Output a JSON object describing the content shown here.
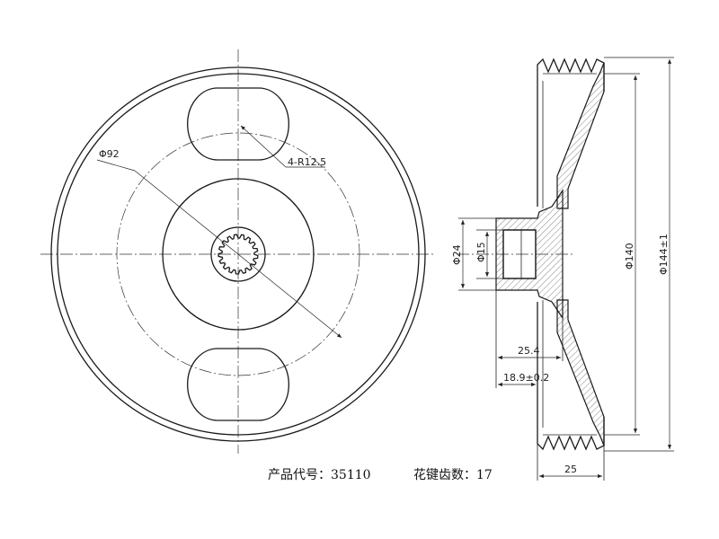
{
  "dimensions": {
    "outer_diameter": "Φ144±1",
    "groove_diameter": "Φ140",
    "bolt_circle": "Φ92",
    "slot_radius": "4-R12.5",
    "hub_outer": "Φ24",
    "hub_bore": "Φ15",
    "hub_length": "25.4",
    "hub_offset": "18.9±0.2",
    "rim_width": "25"
  },
  "info": {
    "product_code_label": "产品代号：",
    "product_code": "35110",
    "spline_teeth_label": "花键齿数：",
    "spline_teeth": "17"
  },
  "colors": {
    "line": "#1a1a1a",
    "background": "#ffffff"
  }
}
